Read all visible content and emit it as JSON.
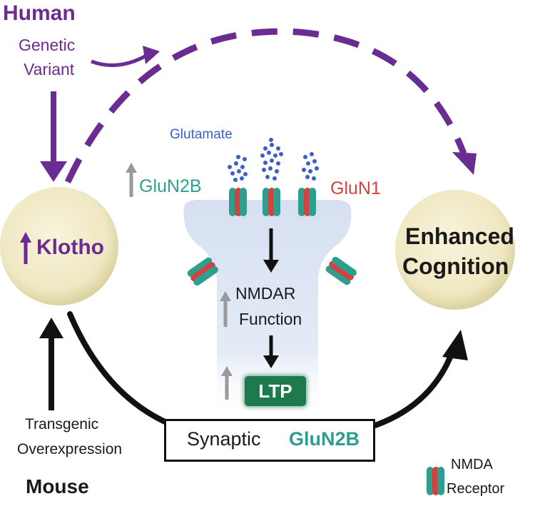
{
  "labels": {
    "human": "Human",
    "genetic_line1": "Genetic",
    "genetic_line2": "Variant",
    "klotho": "Klotho",
    "glutamate": "Glutamate",
    "glun2b_top": "GluN2B",
    "glun1": "GluN1",
    "enhanced_line1": "Enhanced",
    "enhanced_line2": "Cognition",
    "nmdar_line1": "NMDAR",
    "nmdar_line2": "Function",
    "ltp": "LTP",
    "synaptic": "Synaptic",
    "synaptic_glun2b": "GluN2B",
    "transgenic_line1": "Transgenic",
    "transgenic_line2": "Overexpression",
    "mouse": "Mouse",
    "nmda_line1": "NMDA",
    "nmda_line2": "Receptor"
  },
  "colors": {
    "purple": "#6b2c91",
    "teal": "#2f9e8f",
    "red": "#d2433f",
    "glutamate_blue": "#3b5fc4",
    "sphere": "#f1ebc6",
    "spine": "#dbe4f3",
    "ltp_green": "#1d7a4d",
    "arrow_gray": "#9a9a9a",
    "black": "#111111"
  }
}
